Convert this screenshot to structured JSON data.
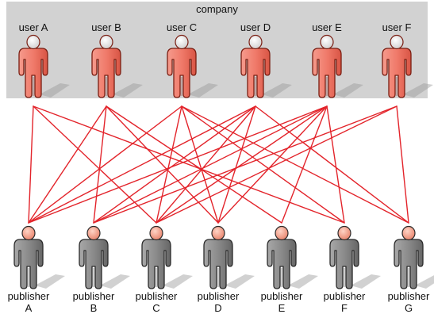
{
  "company": {
    "label": "company",
    "fill_color": "#d2d2d2"
  },
  "users": [
    {
      "label": "user A"
    },
    {
      "label": "user B"
    },
    {
      "label": "user C"
    },
    {
      "label": "user D"
    },
    {
      "label": "user E"
    },
    {
      "label": "user F"
    }
  ],
  "publishers": [
    {
      "word": "publisher",
      "letter": "A"
    },
    {
      "word": "publisher",
      "letter": "B"
    },
    {
      "word": "publisher",
      "letter": "C"
    },
    {
      "word": "publisher",
      "letter": "D"
    },
    {
      "word": "publisher",
      "letter": "E"
    },
    {
      "word": "publisher",
      "letter": "F"
    },
    {
      "word": "publisher",
      "letter": "G"
    }
  ],
  "connections": [
    {
      "user": "A",
      "publisher": "A"
    },
    {
      "user": "A",
      "publisher": "C"
    },
    {
      "user": "A",
      "publisher": "F"
    },
    {
      "user": "B",
      "publisher": "A"
    },
    {
      "user": "B",
      "publisher": "B"
    },
    {
      "user": "B",
      "publisher": "D"
    },
    {
      "user": "B",
      "publisher": "E"
    },
    {
      "user": "C",
      "publisher": "A"
    },
    {
      "user": "C",
      "publisher": "C"
    },
    {
      "user": "C",
      "publisher": "D"
    },
    {
      "user": "C",
      "publisher": "F"
    },
    {
      "user": "C",
      "publisher": "G"
    },
    {
      "user": "D",
      "publisher": "A"
    },
    {
      "user": "D",
      "publisher": "B"
    },
    {
      "user": "D",
      "publisher": "C"
    },
    {
      "user": "D",
      "publisher": "D"
    },
    {
      "user": "D",
      "publisher": "G"
    },
    {
      "user": "E",
      "publisher": "A"
    },
    {
      "user": "E",
      "publisher": "B"
    },
    {
      "user": "E",
      "publisher": "C"
    },
    {
      "user": "E",
      "publisher": "D"
    },
    {
      "user": "E",
      "publisher": "E"
    },
    {
      "user": "E",
      "publisher": "F"
    },
    {
      "user": "F",
      "publisher": "B"
    },
    {
      "user": "F",
      "publisher": "C"
    },
    {
      "user": "F",
      "publisher": "G"
    }
  ],
  "colors": {
    "line": "#e3242b",
    "user_body": "#f07a6a",
    "user_outline": "#7a1e12",
    "publisher_body": "#8a8a8a",
    "publisher_outline": "#2a2a2a",
    "head": "#ededed",
    "publisher_head": "#f4a088"
  },
  "icons": {
    "user": "person-icon",
    "publisher": "person-icon"
  }
}
